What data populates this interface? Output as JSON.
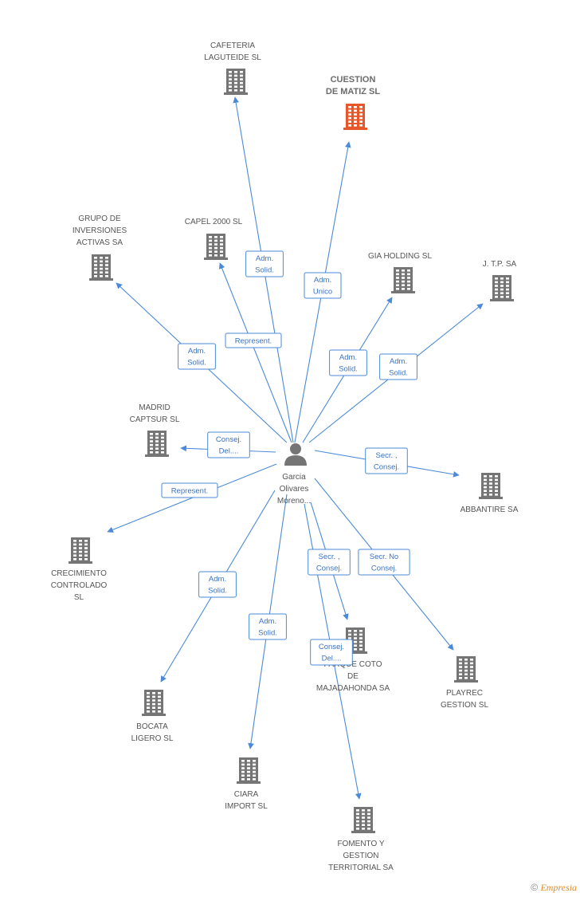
{
  "center": {
    "name_lines": [
      "Garcia",
      "Olivares",
      "Moreno..."
    ]
  },
  "companies": [
    {
      "id": "cafeteria",
      "lines": [
        "CAFETERIA",
        "LAGUTEIDE SL"
      ],
      "highlight": false
    },
    {
      "id": "cuestion",
      "lines": [
        "CUESTION",
        "DE MATIZ SL"
      ],
      "highlight": true
    },
    {
      "id": "grupo",
      "lines": [
        "GRUPO DE",
        "INVERSIONES",
        "ACTIVAS SA"
      ],
      "highlight": false
    },
    {
      "id": "capel",
      "lines": [
        "CAPEL 2000  SL"
      ],
      "highlight": false
    },
    {
      "id": "gia",
      "lines": [
        "GIA HOLDING SL"
      ],
      "highlight": false
    },
    {
      "id": "jtp",
      "lines": [
        "J. T.P. SA"
      ],
      "highlight": false
    },
    {
      "id": "madrid",
      "lines": [
        "MADRID",
        "CAPTSUR SL"
      ],
      "highlight": false
    },
    {
      "id": "abbantire",
      "lines": [
        "ABBANTIRE SA"
      ],
      "highlight": false
    },
    {
      "id": "crecimiento",
      "lines": [
        "CRECIMIENTO",
        "CONTROLADO",
        "SL"
      ],
      "highlight": false
    },
    {
      "id": "cotomaja",
      "lines": [
        "PARQUE COTO",
        "DE",
        "MAJADAHONDA SA"
      ],
      "highlight": false
    },
    {
      "id": "playrec",
      "lines": [
        "PLAYREC",
        "GESTION SL"
      ],
      "highlight": false
    },
    {
      "id": "bocata",
      "lines": [
        "BOCATA",
        "LIGERO SL"
      ],
      "highlight": false
    },
    {
      "id": "ciara",
      "lines": [
        "CIARA",
        "IMPORT SL"
      ],
      "highlight": false
    },
    {
      "id": "fomento",
      "lines": [
        "FOMENTO Y",
        "GESTION",
        "TERRITORIAL SA"
      ],
      "highlight": false
    }
  ],
  "relations": [
    {
      "target": "cafeteria",
      "label": [
        "Adm.",
        "Solid."
      ]
    },
    {
      "target": "cuestion",
      "label": [
        "Adm.",
        "Unico"
      ]
    },
    {
      "target": "grupo",
      "label": [
        "Adm.",
        "Solid."
      ]
    },
    {
      "target": "capel",
      "label": [
        "Represent."
      ]
    },
    {
      "target": "gia",
      "label": [
        "Adm.",
        "Solid."
      ]
    },
    {
      "target": "jtp",
      "label": [
        "Adm.",
        "Solid."
      ]
    },
    {
      "target": "madrid",
      "label": [
        "Consej.",
        "Del...."
      ]
    },
    {
      "target": "abbantire",
      "label": [
        "Secr. ,",
        "Consej."
      ]
    },
    {
      "target": "crecimiento",
      "label": [
        "Represent."
      ]
    },
    {
      "target": "cotomaja",
      "label": [
        "Secr. ,",
        "Consej."
      ]
    },
    {
      "target": "playrec",
      "label": [
        "Secr.  No",
        "Consej."
      ]
    },
    {
      "target": "bocata",
      "label": [
        "Adm.",
        "Solid."
      ]
    },
    {
      "target": "ciara",
      "label": [
        "Adm.",
        "Solid."
      ]
    },
    {
      "target": "fomento",
      "label": [
        "Consej.",
        "Del...."
      ]
    }
  ],
  "colors": {
    "edge": "#4a8ad8",
    "building": "#757575",
    "building_highlight": "#e8572a",
    "person": "#757575"
  },
  "copyright": {
    "symbol": "©",
    "brand": "Empresia"
  }
}
